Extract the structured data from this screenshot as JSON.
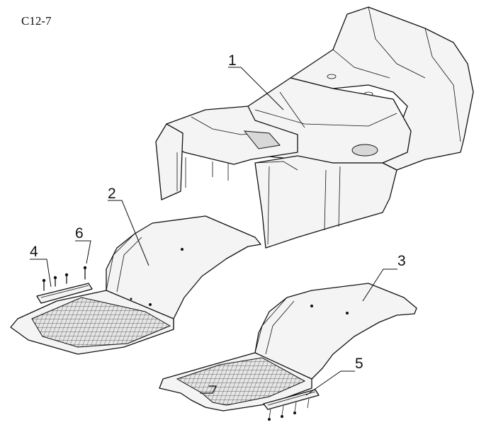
{
  "diagram_code": "C12-7",
  "callouts": [
    {
      "id": "1",
      "label": "1"
    },
    {
      "id": "2",
      "label": "2"
    },
    {
      "id": "3",
      "label": "3"
    },
    {
      "id": "4",
      "label": "4"
    },
    {
      "id": "5",
      "label": "5"
    },
    {
      "id": "6",
      "label": "6"
    }
  ]
}
